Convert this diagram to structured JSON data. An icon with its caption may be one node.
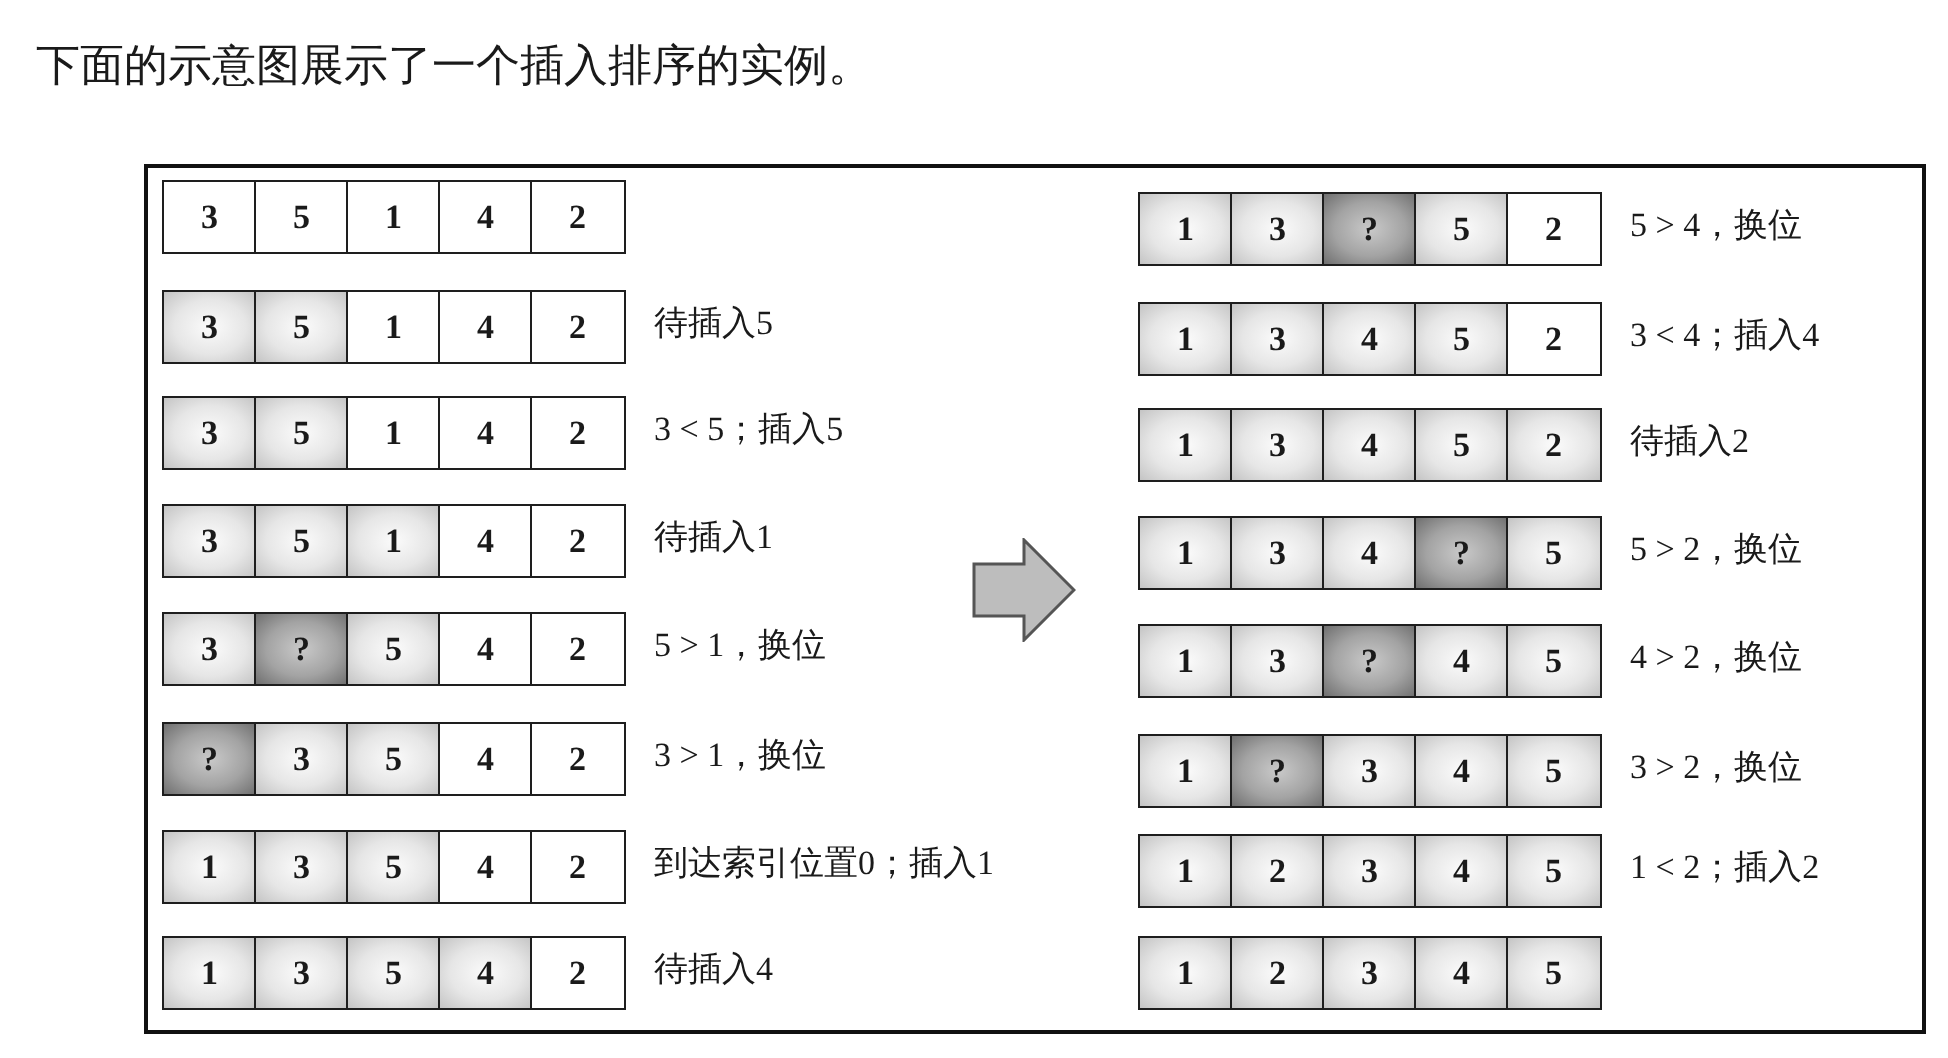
{
  "diagram": {
    "title": "下面的示意图展示了一个插入排序的实例。",
    "nodes": [
      {
        "text": [
          "3"
        ]
      },
      {
        "text": [
          "5"
        ]
      },
      {
        "text": [
          "1"
        ]
      },
      {
        "text": [
          "4"
        ]
      },
      {
        "text": [
          "2"
        ]
      },
      {
        "text": [
          "3"
        ]
      },
      {
        "text": [
          "5"
        ]
      },
      {
        "text": [
          "1"
        ]
      },
      {
        "text": [
          "4"
        ]
      },
      {
        "text": [
          "2"
        ]
      },
      {
        "text": [
          "3"
        ]
      },
      {
        "text": [
          "5"
        ]
      },
      {
        "text": [
          "1"
        ]
      },
      {
        "text": [
          "4"
        ]
      },
      {
        "text": [
          "2"
        ]
      },
      {
        "text": [
          "3"
        ]
      },
      {
        "text": [
          "5"
        ]
      },
      {
        "text": [
          "1"
        ]
      },
      {
        "text": [
          "4"
        ]
      },
      {
        "text": [
          "2"
        ]
      },
      {
        "text": [
          "3"
        ]
      },
      {
        "text": [
          "?"
        ]
      },
      {
        "text": [
          "5"
        ]
      },
      {
        "text": [
          "4"
        ]
      },
      {
        "text": [
          "2"
        ]
      },
      {
        "text": [
          "?"
        ]
      },
      {
        "text": [
          "3"
        ]
      },
      {
        "text": [
          "5"
        ]
      },
      {
        "text": [
          "4"
        ]
      },
      {
        "text": [
          "2"
        ]
      },
      {
        "text": [
          "1"
        ]
      },
      {
        "text": [
          "3"
        ]
      },
      {
        "text": [
          "5"
        ]
      },
      {
        "text": [
          "4"
        ]
      },
      {
        "text": [
          "2"
        ]
      },
      {
        "text": [
          "1"
        ]
      },
      {
        "text": [
          "3"
        ]
      },
      {
        "text": [
          "5"
        ]
      },
      {
        "text": [
          "4"
        ]
      },
      {
        "text": [
          "2"
        ]
      },
      {
        "text": [
          "1"
        ]
      },
      {
        "text": [
          "3"
        ]
      },
      {
        "text": [
          "?"
        ]
      },
      {
        "text": [
          "5"
        ]
      },
      {
        "text": [
          "2"
        ]
      },
      {
        "text": [
          "1"
        ]
      },
      {
        "text": [
          "3"
        ]
      },
      {
        "text": [
          "4"
        ]
      },
      {
        "text": [
          "5"
        ]
      },
      {
        "text": [
          "2"
        ]
      },
      {
        "text": [
          "1"
        ]
      },
      {
        "text": [
          "3"
        ]
      },
      {
        "text": [
          "4"
        ]
      },
      {
        "text": [
          "5"
        ]
      },
      {
        "text": [
          "2"
        ]
      },
      {
        "text": [
          "1"
        ]
      },
      {
        "text": [
          "3"
        ]
      },
      {
        "text": [
          "4"
        ]
      },
      {
        "text": [
          "?"
        ]
      },
      {
        "text": [
          "5"
        ]
      },
      {
        "text": [
          "1"
        ]
      },
      {
        "text": [
          "3"
        ]
      },
      {
        "text": [
          "?"
        ]
      },
      {
        "text": [
          "4"
        ]
      },
      {
        "text": [
          "5"
        ]
      },
      {
        "text": [
          "1"
        ]
      },
      {
        "text": [
          "?"
        ]
      },
      {
        "text": [
          "3"
        ]
      },
      {
        "text": [
          "4"
        ]
      },
      {
        "text": [
          "5"
        ]
      },
      {
        "text": [
          "1"
        ]
      },
      {
        "text": [
          "2"
        ]
      },
      {
        "text": [
          "3"
        ]
      },
      {
        "text": [
          "4"
        ]
      },
      {
        "text": [
          "5"
        ]
      },
      {
        "text": [
          "1"
        ]
      },
      {
        "text": [
          "2"
        ]
      },
      {
        "text": [
          "3"
        ]
      },
      {
        "text": [
          "4"
        ]
      },
      {
        "text": [
          "5"
        ]
      }
    ],
    "labels": [
      "待插入5",
      "3 < 5；插入5",
      "待插入1",
      "5 > 1，换位",
      "3 > 1，换位",
      "到达索引位置0；插入1",
      "待插入4",
      "5 > 4，换位",
      "3 < 4；插入4",
      "待插入2",
      "5 > 2，换位",
      "4 > 2，换位",
      "3 > 2，换位",
      "1 < 2；插入2"
    ]
  }
}
